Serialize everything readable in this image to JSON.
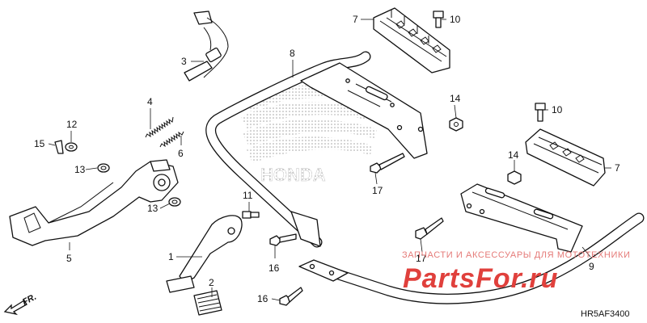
{
  "diagram": {
    "callouts": [
      {
        "id": "c1",
        "text": "1"
      },
      {
        "id": "c2",
        "text": "2"
      },
      {
        "id": "c3",
        "text": "3"
      },
      {
        "id": "c4",
        "text": "4"
      },
      {
        "id": "c5",
        "text": "5"
      },
      {
        "id": "c6",
        "text": "6"
      },
      {
        "id": "c7a",
        "text": "7"
      },
      {
        "id": "c7b",
        "text": "7"
      },
      {
        "id": "c8",
        "text": "8"
      },
      {
        "id": "c9",
        "text": "9"
      },
      {
        "id": "c10a",
        "text": "10"
      },
      {
        "id": "c10b",
        "text": "10"
      },
      {
        "id": "c11",
        "text": "11"
      },
      {
        "id": "c12",
        "text": "12"
      },
      {
        "id": "c13a",
        "text": "13"
      },
      {
        "id": "c13b",
        "text": "13"
      },
      {
        "id": "c14a",
        "text": "14"
      },
      {
        "id": "c14b",
        "text": "14"
      },
      {
        "id": "c15",
        "text": "15"
      },
      {
        "id": "c16a",
        "text": "16"
      },
      {
        "id": "c16b",
        "text": "16"
      },
      {
        "id": "c17a",
        "text": "17"
      },
      {
        "id": "c17b",
        "text": "17"
      }
    ],
    "direction_label": "FR.",
    "diagram_code": "HR5AF3400",
    "brand_logo_text": "HONDA"
  },
  "watermark": {
    "tagline": "ЗАПЧАСТИ И АКСЕССУАРЫ ДЛЯ МОТОТЕХНИКИ",
    "site": "PartsFor.ru",
    "color": "#e0403c"
  }
}
